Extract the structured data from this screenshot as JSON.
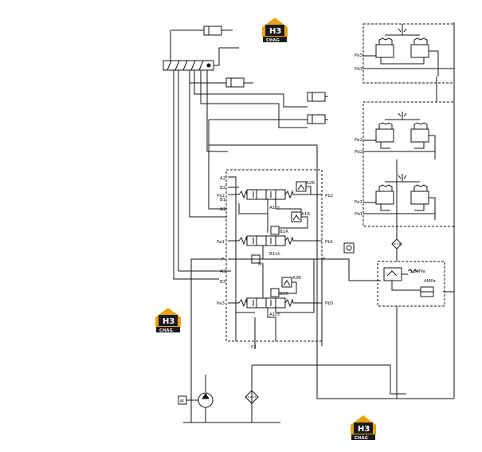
{
  "diagram": {
    "left_valve_labels": [
      "A2",
      "B2",
      "Pa2",
      "B1",
      "A1",
      "Pa1",
      "P",
      "A3",
      "B3",
      "Pa3"
    ],
    "right_valve_labels": [
      "Pb2",
      "Pb1",
      "T",
      "Pb3"
    ],
    "relief_labels": [
      "A2R",
      "A1R",
      "B1R",
      "A3R",
      "B3R"
    ],
    "port_labels": [
      "P2",
      "M"
    ],
    "spool_tags": [
      "A1ch",
      "B1ch",
      "A1ch"
    ],
    "pilot_labels": [
      "Pa3",
      "Pb3",
      "Pa2",
      "Pb2",
      "Pa1",
      "Pb1"
    ],
    "pressure_main": "3.5MPa",
    "pressure_accumulator": "4MPa",
    "motor_label": "M"
  },
  "watermarks": [
    {
      "top": "H3",
      "bottom": "CHAG"
    },
    {
      "top": "H3",
      "bottom": "CHAG"
    },
    {
      "top": "H3",
      "bottom": "CHAG"
    }
  ],
  "colors": {
    "line": "#111111",
    "logo_gold": "#e8a317",
    "logo_dark": "#1a1a1a"
  }
}
